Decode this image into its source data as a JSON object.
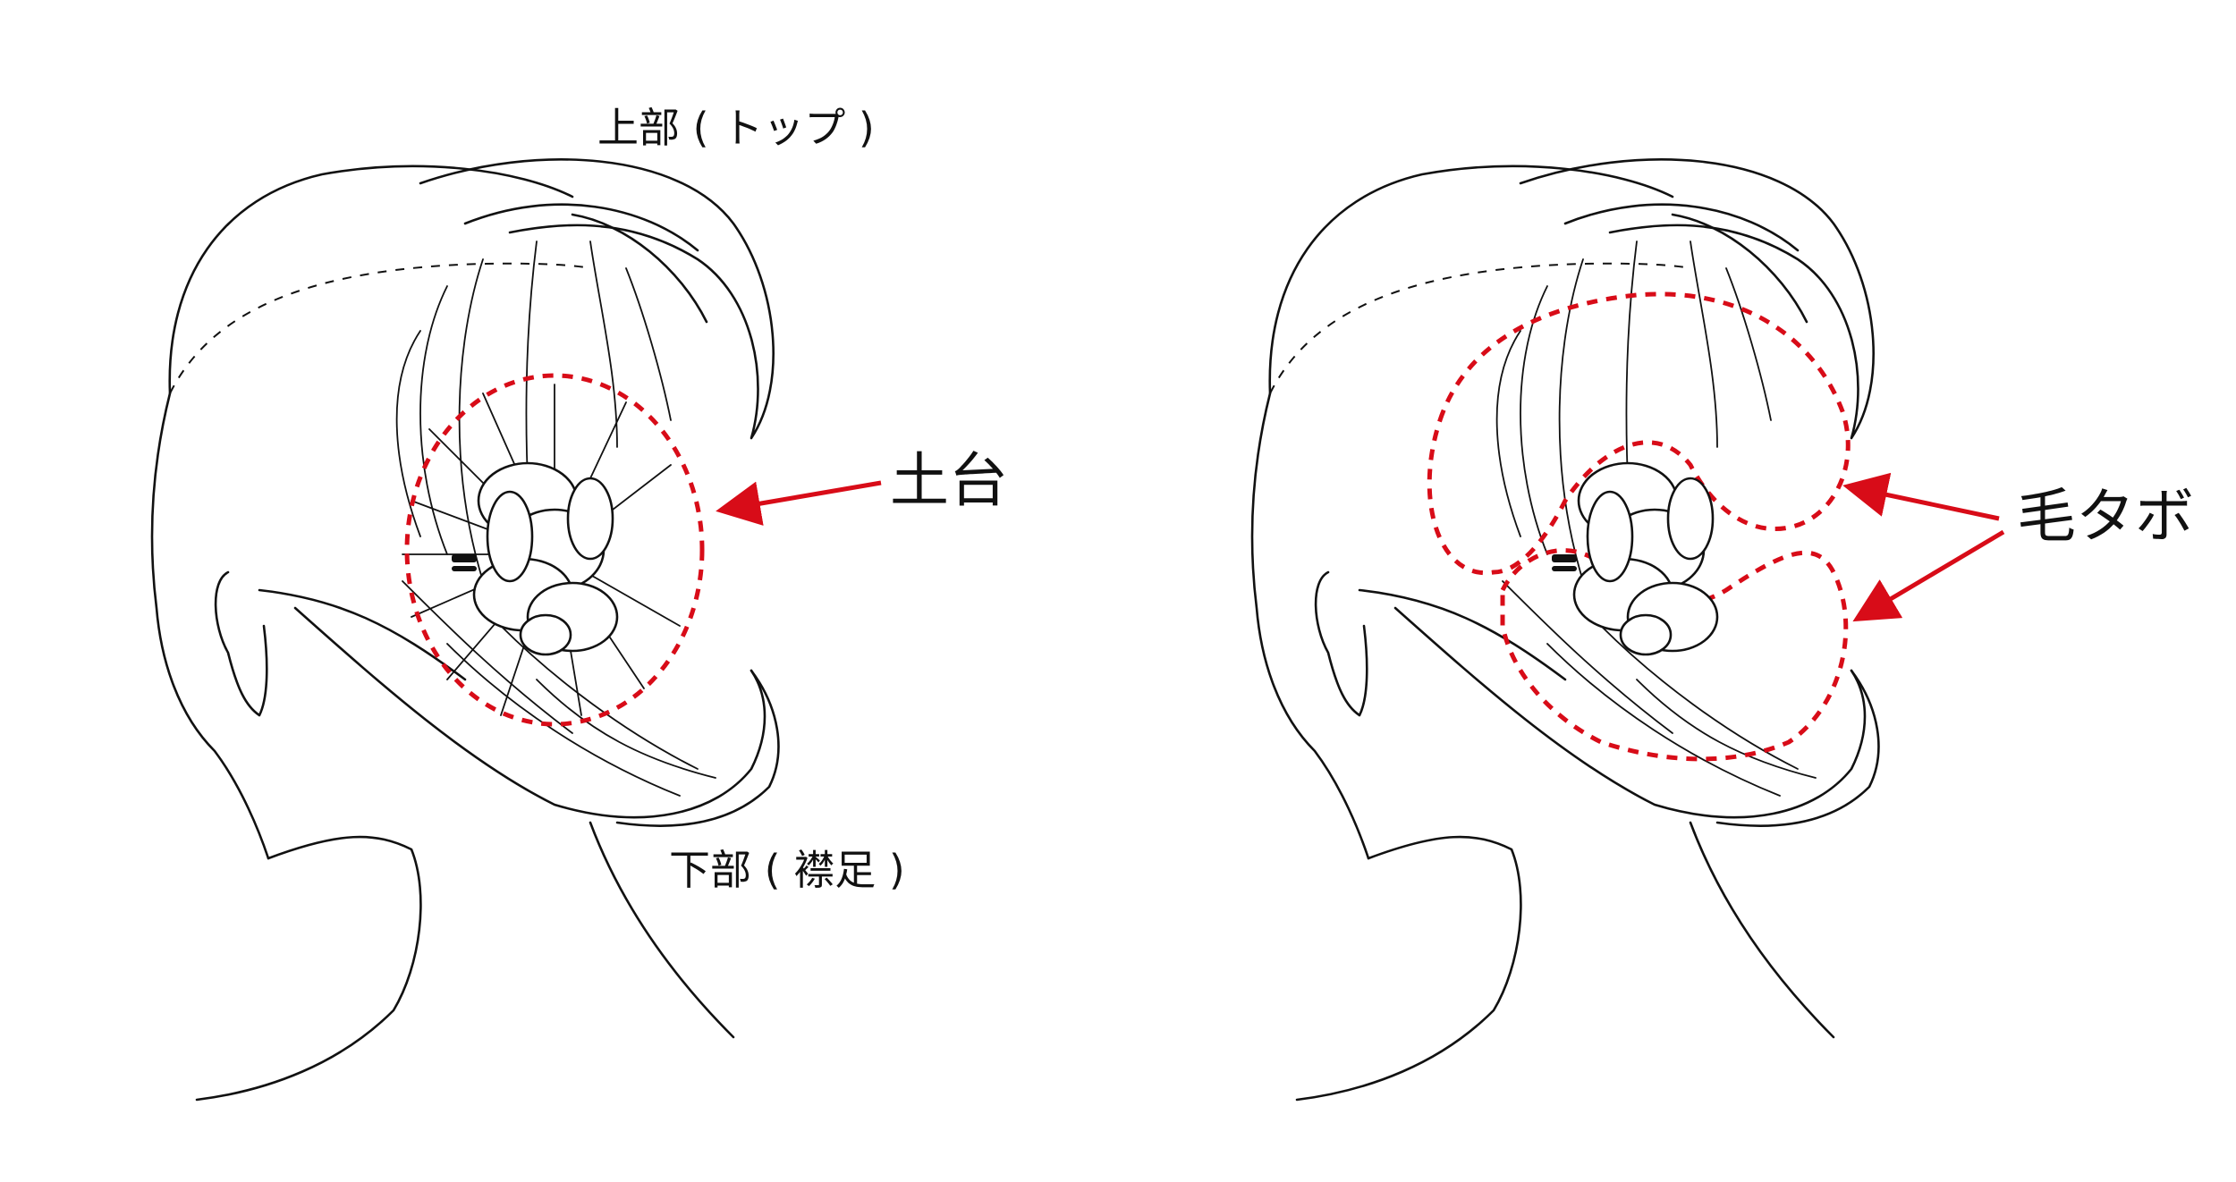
{
  "left_figure": {
    "top_label": "上部 ( トップ )",
    "bottom_label": "下部 ( 襟足 )",
    "callout_label": "土台"
  },
  "right_figure": {
    "callout_label": "毛タボ"
  },
  "colors": {
    "line": "#111111",
    "accent_red": "#d80c18",
    "background": "#ffffff"
  }
}
